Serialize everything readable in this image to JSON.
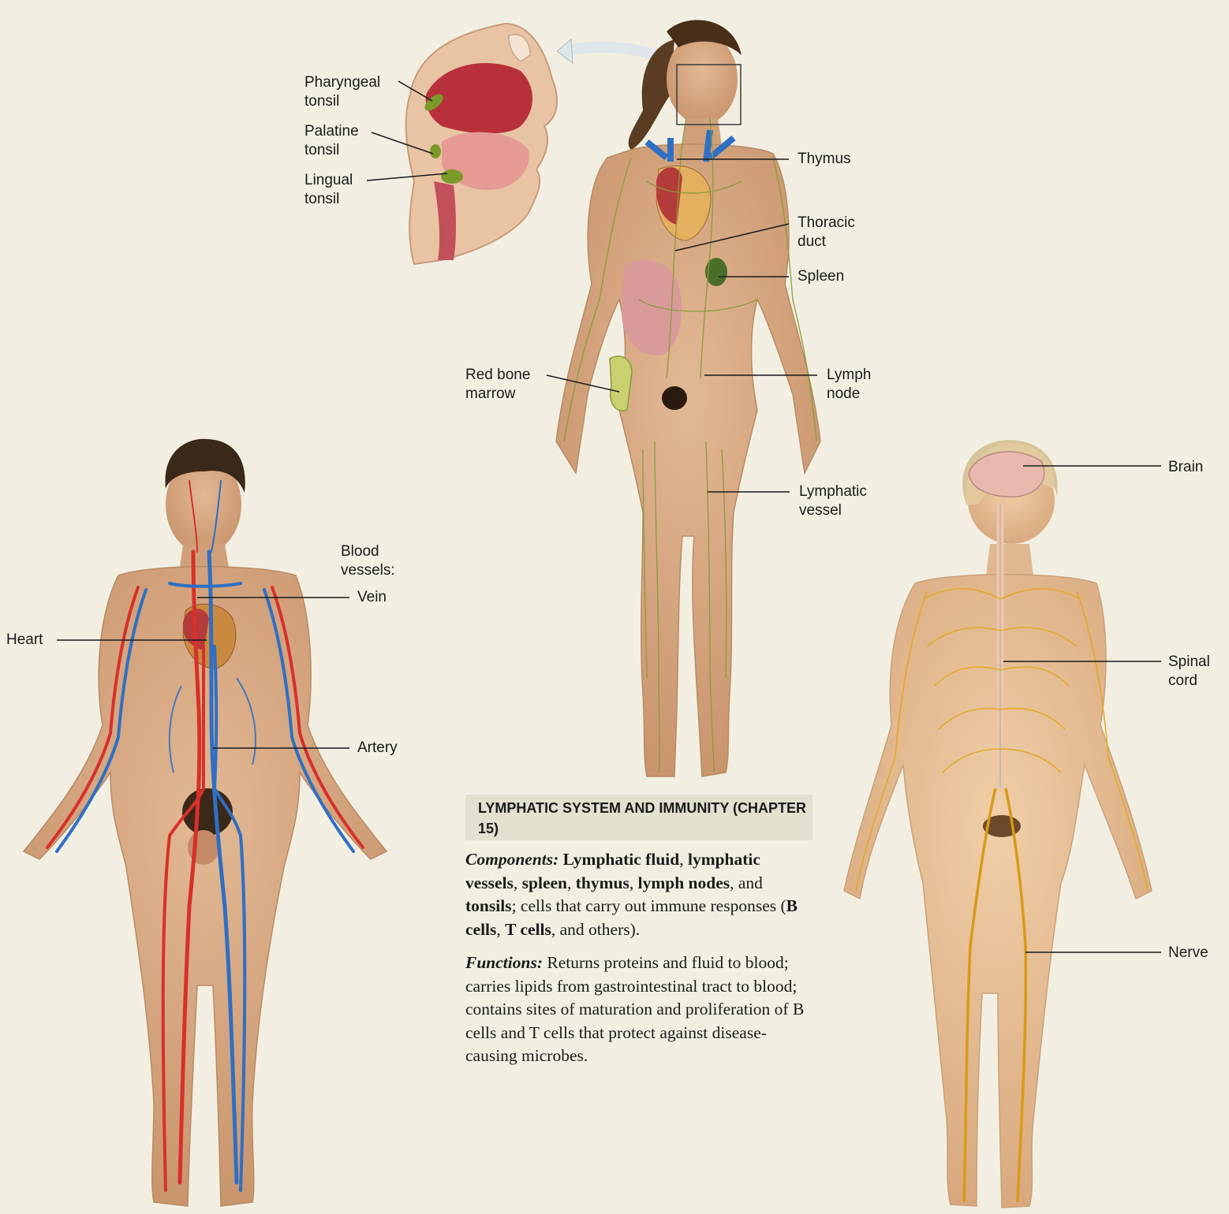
{
  "labels": {
    "pharyngeal_tonsil": "Pharyngeal\ntonsil",
    "palatine_tonsil": "Palatine\ntonsil",
    "lingual_tonsil": "Lingual\ntonsil",
    "thymus": "Thymus",
    "thoracic_duct": "Thoracic\nduct",
    "spleen": "Spleen",
    "red_bone_marrow": "Red bone\nmarrow",
    "lymph_node": "Lymph\nnode",
    "lymphatic_vessel": "Lymphatic\nvessel",
    "blood_vessels": "Blood\nvessels:",
    "vein": "Vein",
    "heart": "Heart",
    "artery": "Artery",
    "brain": "Brain",
    "spinal_cord": "Spinal\ncord",
    "nerve": "Nerve"
  },
  "panel": {
    "heading": "LYMPHATIC SYSTEM AND IMMUNITY (CHAPTER 15)",
    "components_label": "Components:",
    "components_items": [
      {
        "text": "Lymphatic fluid",
        "bold": true
      },
      {
        "text": ", ",
        "bold": false
      },
      {
        "text": "lymphatic vessels",
        "bold": true
      },
      {
        "text": ", ",
        "bold": false
      },
      {
        "text": "spleen",
        "bold": true
      },
      {
        "text": ", ",
        "bold": false
      },
      {
        "text": "thymus",
        "bold": true
      },
      {
        "text": ", ",
        "bold": false
      },
      {
        "text": "lymph nodes",
        "bold": true
      },
      {
        "text": ", and ",
        "bold": false
      },
      {
        "text": "tonsils",
        "bold": true
      },
      {
        "text": "; cells that carry out immune responses (",
        "bold": false
      },
      {
        "text": "B cells",
        "bold": true
      },
      {
        "text": ", ",
        "bold": false
      },
      {
        "text": "T cells",
        "bold": true
      },
      {
        "text": ", and others).",
        "bold": false
      }
    ],
    "functions_label": "Functions:",
    "functions_text": "Returns proteins and fluid to blood; carries lipids from gastrointestinal tract to blood; contains sites of maturation and proliferation of B cells and T cells that protect against disease-causing microbes."
  },
  "colors": {
    "background": "#f2efe2",
    "skin": "#dcb08c",
    "lymph": "#8a9a3a",
    "artery": "#d8302a",
    "vein": "#2f6fc4",
    "nerve": "#e0a820"
  }
}
